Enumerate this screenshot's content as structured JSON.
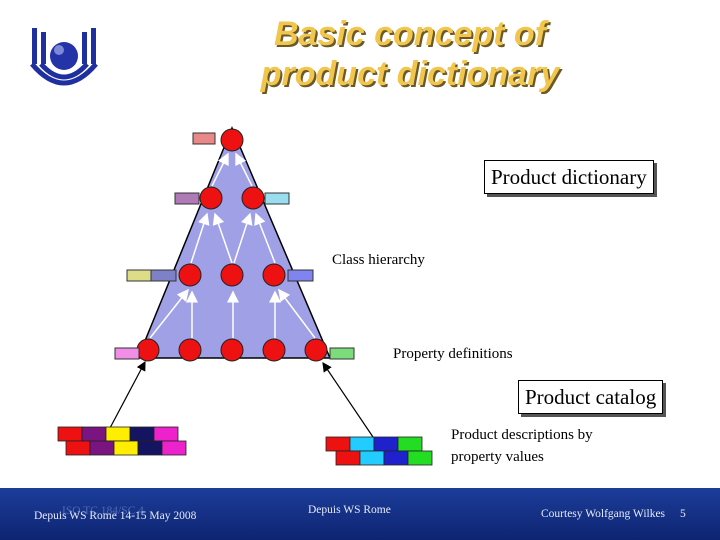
{
  "title": {
    "line1": "Basic concept of",
    "line2": "product dictionary"
  },
  "labels": {
    "product_dictionary": "Product dictionary",
    "class_hierarchy": "Class hierarchy",
    "property_definitions": "Property definitions",
    "product_catalog": "Product catalog",
    "product_descriptions_line1": "Product descriptions by",
    "product_descriptions_line2": "property values"
  },
  "footer": {
    "left_text": "Depuis WS Rome 14-15 May 2008",
    "left_overlay": "ISO TC 184/SC 4",
    "center_text": "Depuis WS Rome",
    "right_text": "Courtesy Wolfgang Wilkes",
    "page_number": "5"
  },
  "colors": {
    "title": "#f2c64d",
    "triangle": "#9fa0e6",
    "node": "#ee1111",
    "footer": "#142f86"
  }
}
